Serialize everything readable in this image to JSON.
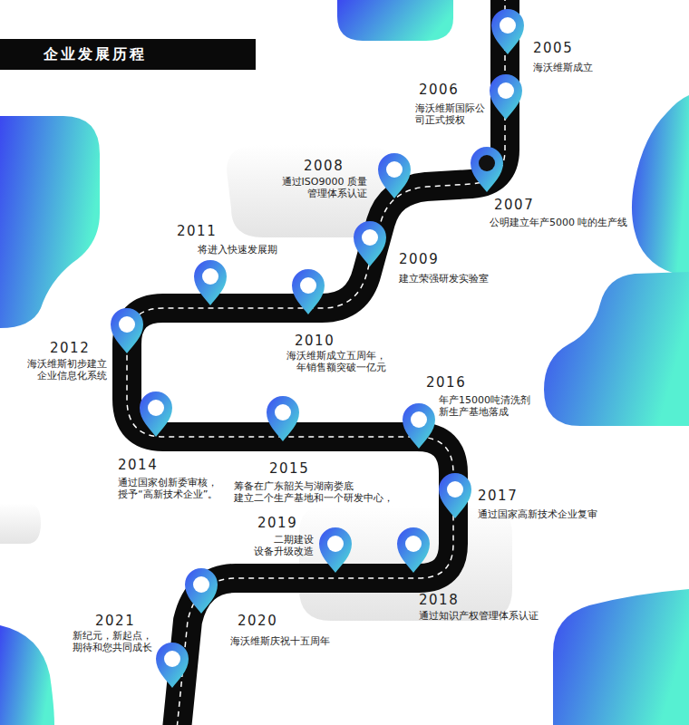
{
  "diagram": {
    "title": "企业发展历程",
    "labels": [
      "2005",
      "海沃维斯成立",
      "2006",
      "海沃维斯国际公 司正式授权",
      "2008",
      "通过ISO9000 质量 管理体系认证",
      "2007",
      "公明建立年产5000 吨的生产线",
      "2011",
      "将进入快速发展期",
      "2009",
      "建立荣强研发实验室",
      "2012",
      "海沃维斯初步建立 企业信息化系统",
      "2010",
      "海沃维斯成立五周年， 年销售额突破一亿元",
      "2016",
      "年产15000吨清洗剂 新生产基地落成",
      "2014",
      "通过国家创新委审核， 授予“高新技术企业”。",
      "2015",
      "筹备在广东韶关与湖南娄底 建立二个生产基地和一个研发中心，",
      "2017",
      "通过国家高新技术企业复审",
      "2019",
      "二期建设 设备升级改造",
      "2018",
      "通过知识产权管理体系认证",
      "2021",
      "新纪元，新起点， 期待和您共同成长",
      "2020",
      "海沃维斯庆祝十五周年"
    ]
  }
}
